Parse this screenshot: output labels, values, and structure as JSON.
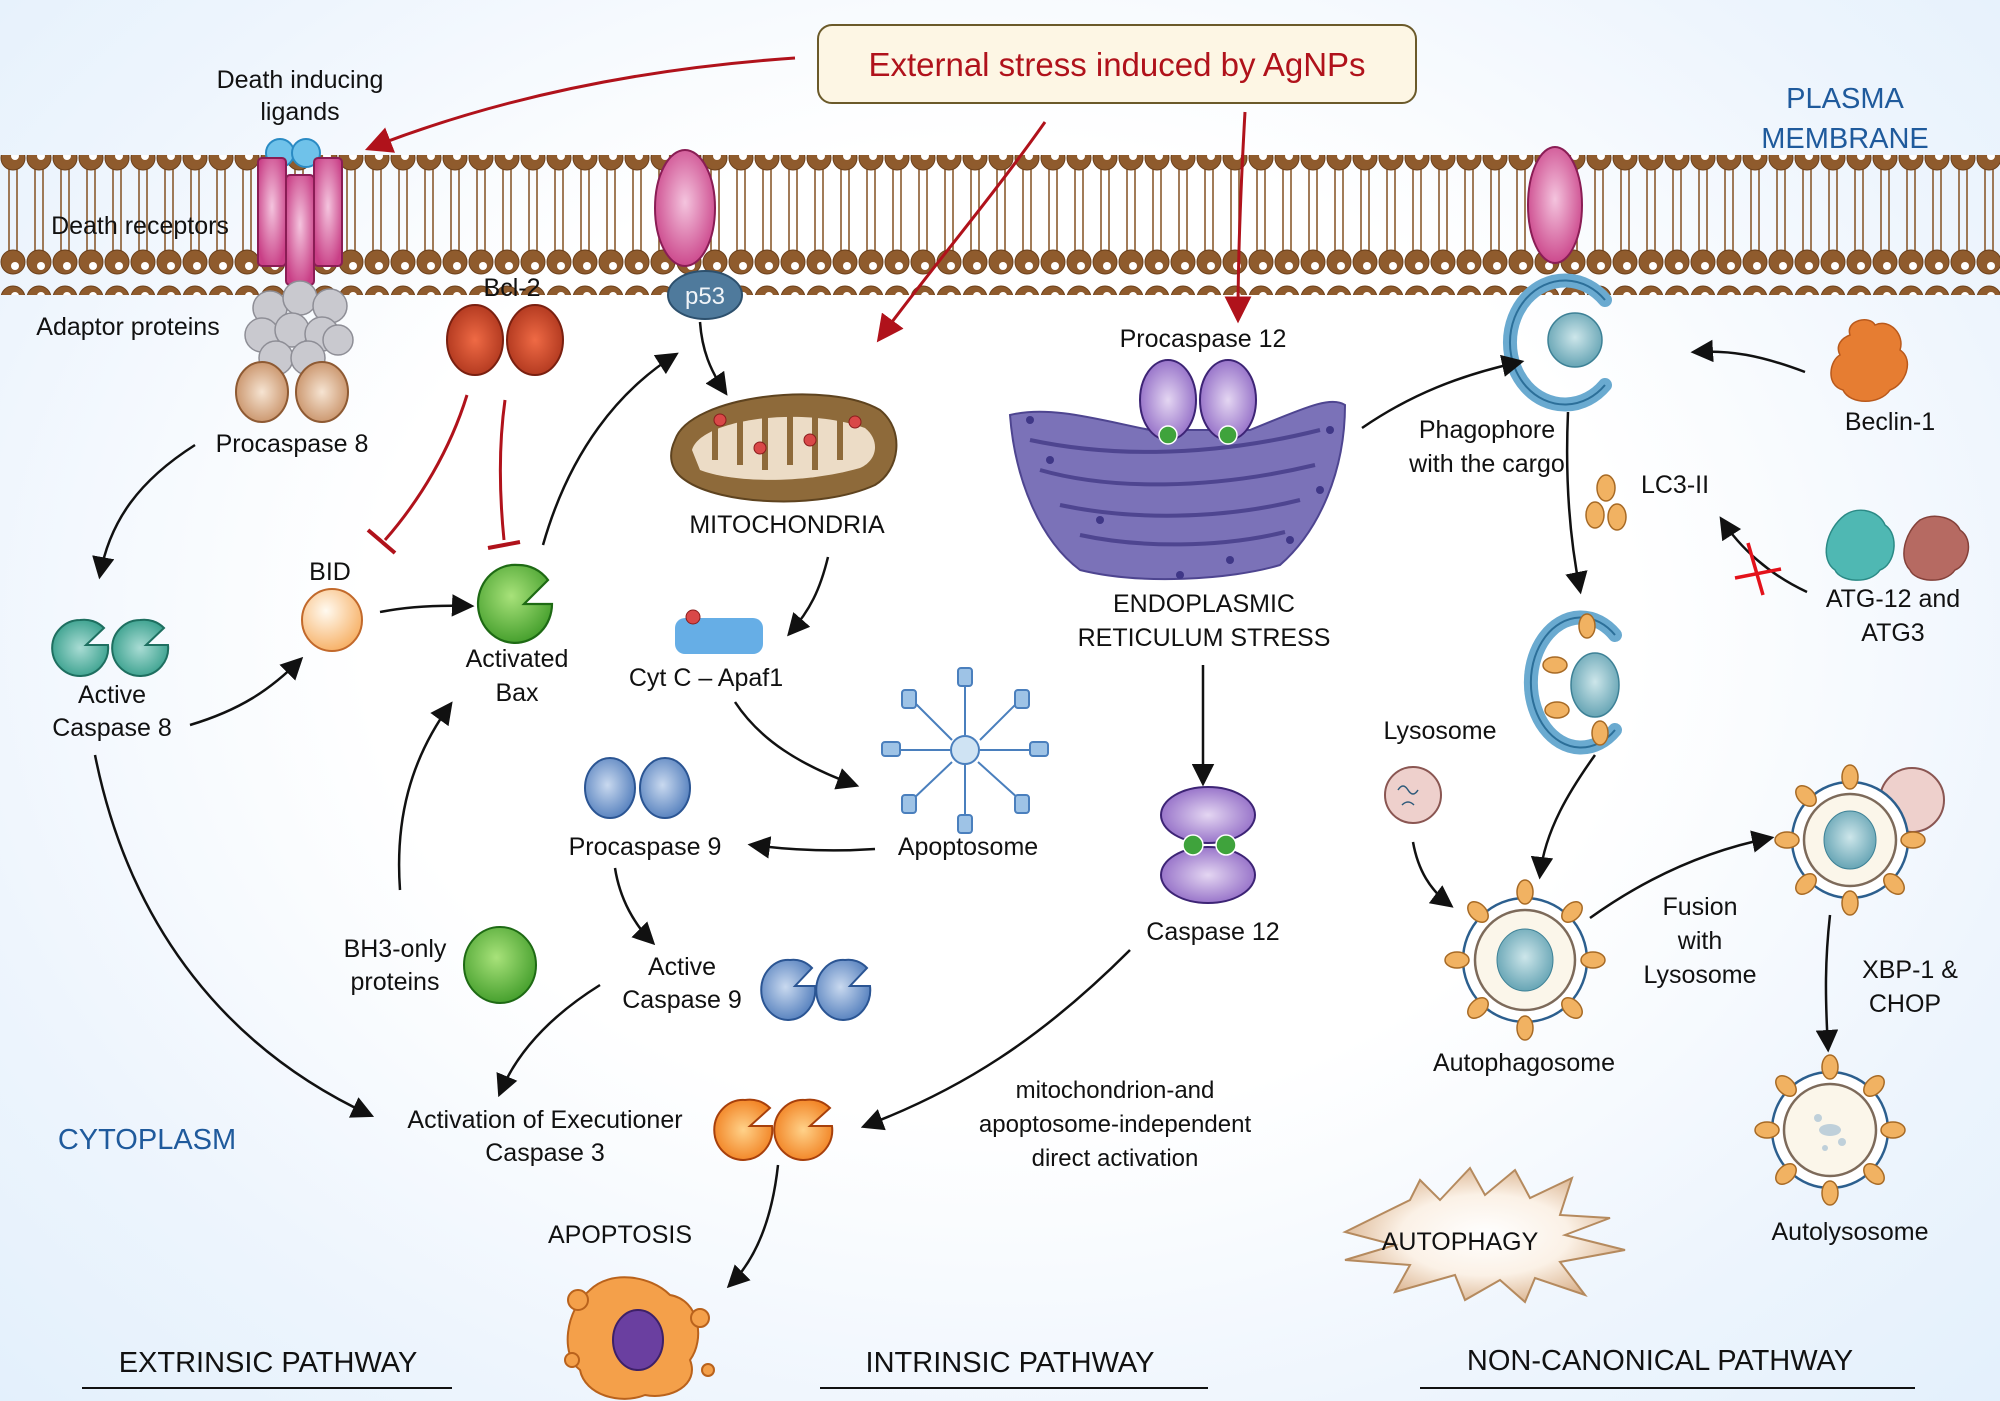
{
  "stress_box": {
    "label": "External stress induced by AgNPs"
  },
  "compartments": {
    "plasma_membrane": [
      "PLASMA",
      "MEMBRANE"
    ],
    "cytoplasm": "CYTOPLASM"
  },
  "extrinsic": {
    "death_ligands": [
      "Death inducing",
      "ligands"
    ],
    "death_receptors": "Death receptors",
    "adaptor_proteins": "Adaptor proteins",
    "procaspase8": "Procaspase 8",
    "active_caspase8": [
      "Active",
      "Caspase 8"
    ],
    "bid": "BID",
    "bcl2": "Bcl-2",
    "activated_bax": [
      "Activated",
      "Bax"
    ],
    "bh3": [
      "BH3-only",
      "proteins"
    ],
    "executioner": [
      "Activation of Executioner",
      "Caspase 3"
    ],
    "apoptosis": "APOPTOSIS",
    "pathway_title": "EXTRINSIC PATHWAY"
  },
  "intrinsic": {
    "p53": "p53",
    "mitochondria": "MITOCHONDRIA",
    "cytc": "Cyt C – Apaf1",
    "apoptosome": "Apoptosome",
    "procaspase9": "Procaspase 9",
    "active_caspase9": [
      "Active",
      "Caspase 9"
    ],
    "procaspase12": "Procaspase 12",
    "er_stress": [
      "ENDOPLASMIC",
      "RETICULUM STRESS"
    ],
    "caspase12": "Caspase 12",
    "direct_activation": [
      "mitochondrion-and",
      "apoptosome-independent",
      "direct activation"
    ],
    "pathway_title": "INTRINSIC PATHWAY"
  },
  "noncanonical": {
    "phagophore": [
      "Phagophore",
      "with the cargo"
    ],
    "beclin": "Beclin-1",
    "lc3": "LC3-II",
    "atg": [
      "ATG-12 and",
      "ATG3"
    ],
    "lysosome": "Lysosome",
    "autophagosome": "Autophagosome",
    "fusion": [
      "Fusion",
      "with",
      "Lysosome"
    ],
    "xbp": [
      "XBP-1 &",
      "CHOP"
    ],
    "autolysosome": "Autolysosome",
    "autophagy": "AUTOPHAGY",
    "pathway_title": "NON-CANONICAL PATHWAY"
  },
  "colors": {
    "stress_red": "#b0121b",
    "compartment_blue": "#1f5a9c",
    "membrane_brown": "#8a5a2e",
    "receptor_pink": "#d2498f"
  }
}
